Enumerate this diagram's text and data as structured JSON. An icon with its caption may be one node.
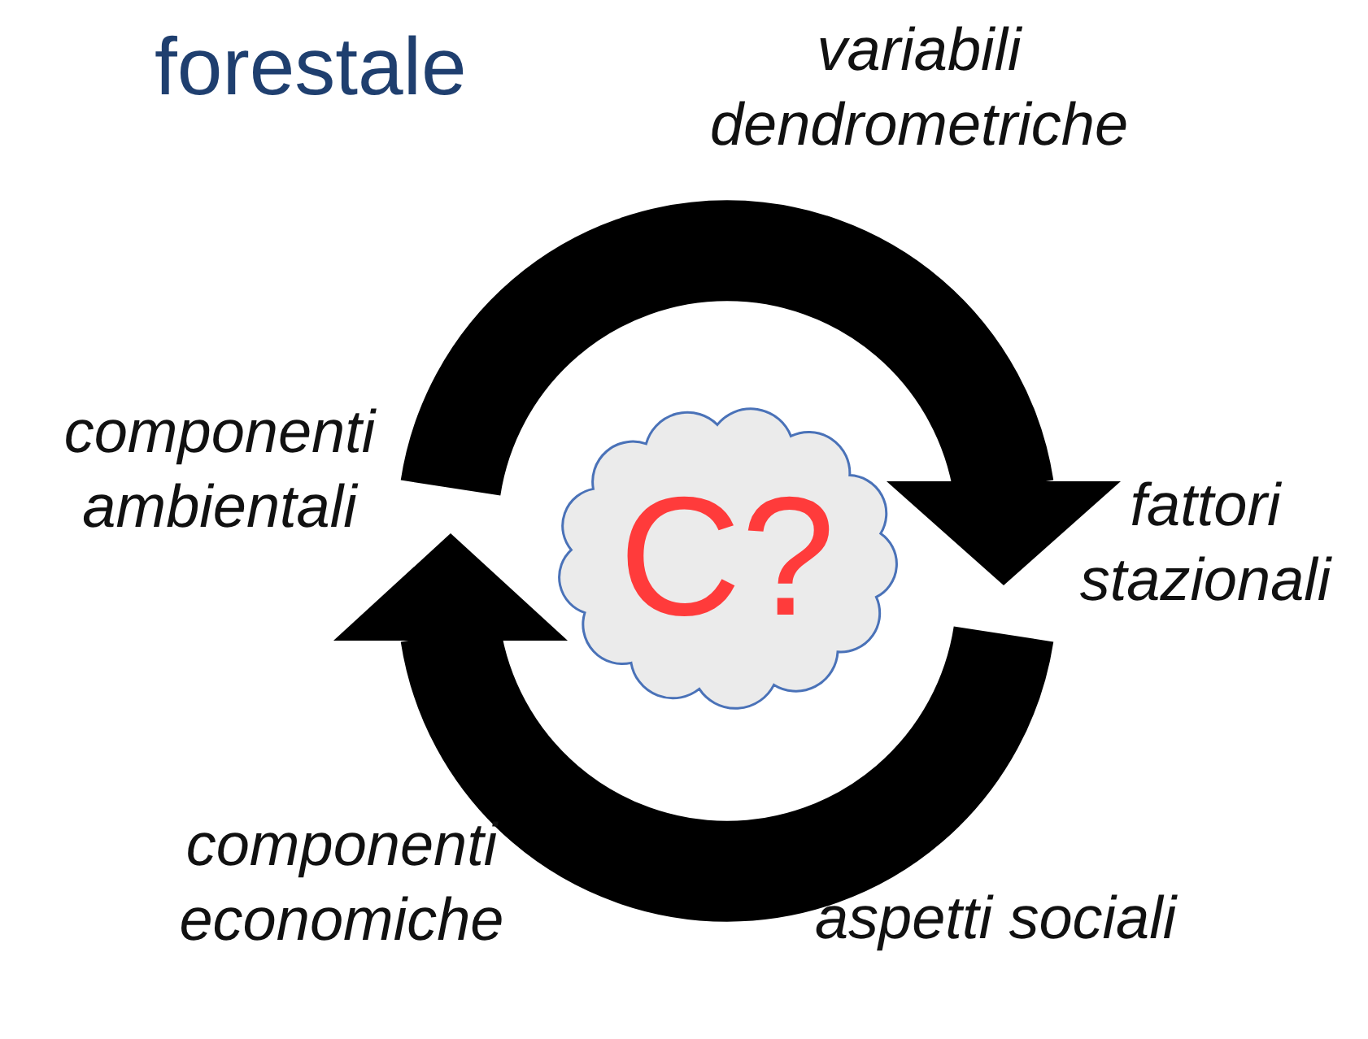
{
  "diagram": {
    "title": "forestale",
    "nodes": [
      {
        "text": [
          "C?"
        ]
      }
    ],
    "labels": [
      "variabili dendrometriche",
      "componenti ambientali",
      "fattori stazionali",
      "componenti economiche",
      "aspetti sociali"
    ]
  }
}
